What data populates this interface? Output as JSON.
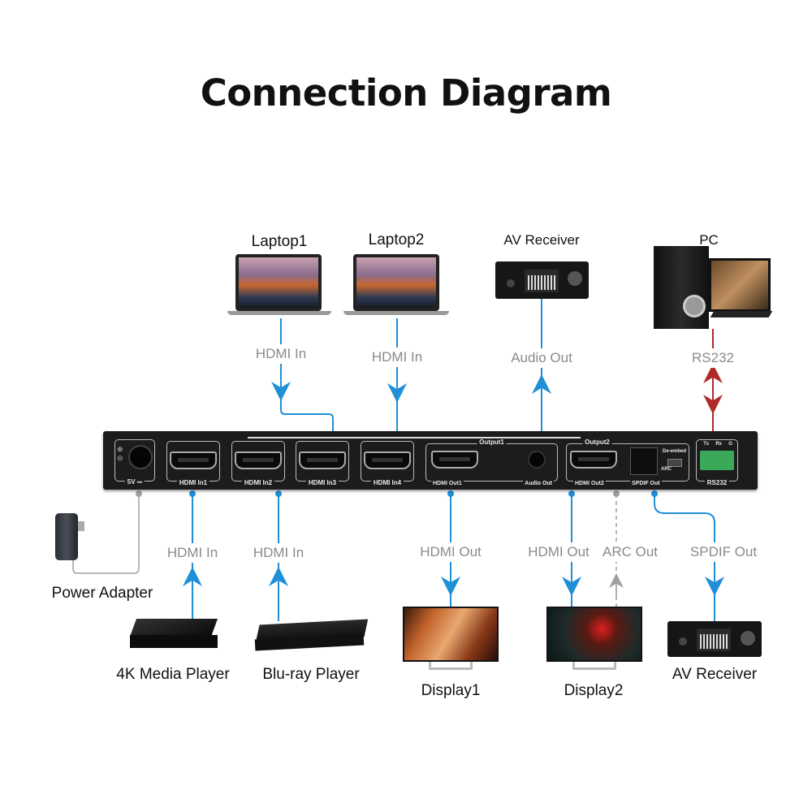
{
  "title": "Connection Diagram",
  "colors": {
    "hdmi_line": "#1f8fd6",
    "rs232_line": "#b02a2a",
    "power_line": "#a0a0a0",
    "arc_line": "#a0a0a0",
    "label_gray": "#8a8a8a",
    "unit_body": "#1c1c1e",
    "terminal_green": "#3aa95a"
  },
  "devices": {
    "laptop1": "Laptop1",
    "laptop2": "Laptop2",
    "av_receiver_top": "AV Receiver",
    "pc": "PC",
    "power_adapter": "Power Adapter",
    "media_player": "4K Media Player",
    "bluray": "Blu-ray Player",
    "display1": "Display1",
    "display2": "Display2",
    "av_receiver_bottom": "AV Receiver"
  },
  "connections": {
    "laptop1": "HDMI In",
    "laptop2": "HDMI In",
    "audio_out": "Audio Out",
    "rs232": "RS232",
    "media_player": "HDMI In",
    "bluray": "HDMI In",
    "display1": "HDMI Out",
    "display2": "HDMI Out",
    "arc": "ARC Out",
    "spdif": "SPDIF Out"
  },
  "unit": {
    "power": "5V ⎓",
    "ports": [
      "HDMI In1",
      "HDMI In2",
      "HDMI In3",
      "HDMI In4",
      "HDMI Out1",
      "Audio Out",
      "HDMI Out2",
      "SPDIF Out",
      "RS232"
    ],
    "groups": [
      "Output1",
      "Output2"
    ],
    "switch_top": "De-embed",
    "switch_bottom": "ARC",
    "rs232_pins": [
      "Tx",
      "Rx",
      "G"
    ]
  }
}
